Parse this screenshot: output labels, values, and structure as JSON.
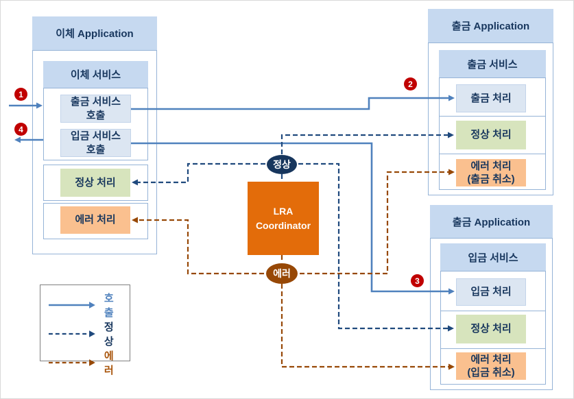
{
  "colors": {
    "app_border": "#95b3d7",
    "header_fill": "#c6d9f0",
    "process_box_fill": "#dce6f2",
    "normal_box_fill": "#d7e4bd",
    "error_box_fill": "#fac08f",
    "coordinator_fill": "#e36c0a",
    "normal_badge_fill": "#17365d",
    "error_badge_fill": "#974806",
    "call_arrow": "#4f81bd",
    "normal_arrow": "#1f497d",
    "error_arrow": "#974806",
    "step_badge_fill": "#c00000"
  },
  "transfer_app": {
    "title": "이체 Application",
    "service_title": "이체 서비스",
    "withdraw_call_line1": "출금 서비스",
    "withdraw_call_line2": "호출",
    "deposit_call_line1": "입금 서비스",
    "deposit_call_line2": "호출",
    "normal_box": "정상 처리",
    "error_box": "에러 처리"
  },
  "withdraw_app": {
    "title": "출금 Application",
    "service_title": "출금 서비스",
    "process_box": "출금 처리",
    "normal_box": "정상 처리",
    "error_box_line1": "에러 처리",
    "error_box_line2": "(출금 취소)"
  },
  "deposit_app": {
    "title": "출금 Application",
    "service_title": "입금 서비스",
    "process_box": "입금 처리",
    "normal_box": "정상 처리",
    "error_box_line1": "에러 처리",
    "error_box_line2": "(입금 취소)"
  },
  "coordinator": {
    "line1": "LRA",
    "line2": "Coordinator"
  },
  "badges": {
    "normal": "정상",
    "error": "에러"
  },
  "steps": [
    "1",
    "2",
    "3",
    "4"
  ],
  "legend": {
    "call": "호출",
    "normal": "정상",
    "error": "에러"
  }
}
